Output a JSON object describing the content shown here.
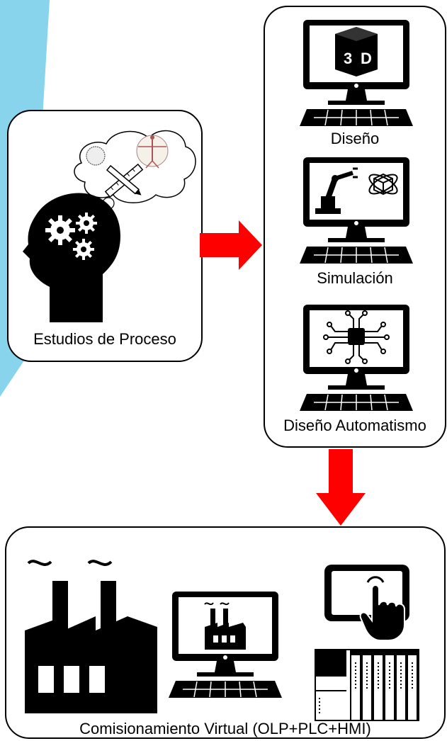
{
  "background_accent": "#87d4ec",
  "arrow_color": "#ff0000",
  "process_studies": {
    "label": "Estudios de Proceso",
    "icon": "thinking-head-gears-icon"
  },
  "tools": [
    {
      "label": "Diseño",
      "icon": "monitor-3d-icon"
    },
    {
      "label": "Simulación",
      "icon": "monitor-robot-simulation-icon"
    },
    {
      "label": "Diseño Automatismo",
      "icon": "monitor-circuit-icon"
    }
  ],
  "virtual_commissioning": {
    "label": "Comisionamiento Virtual (OLP+PLC+HMI)",
    "icons": [
      "factory-icon",
      "monitor-factory-icon",
      "touch-tablet-icon",
      "plc-rack-icon"
    ]
  }
}
